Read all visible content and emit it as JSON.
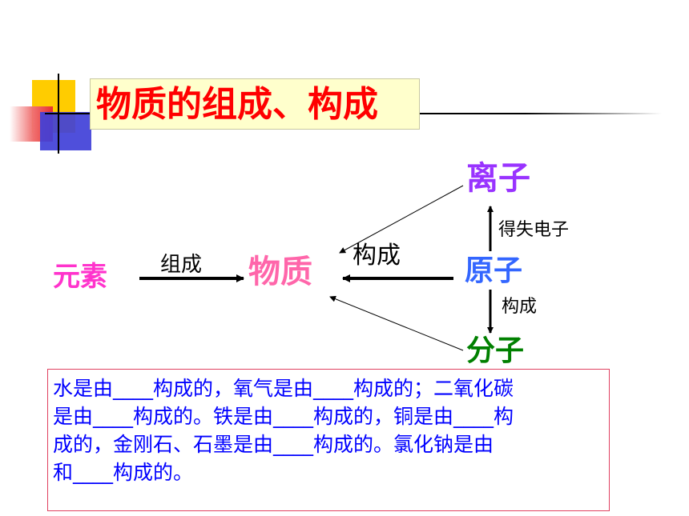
{
  "title": "物质的组成、构成",
  "nodes": {
    "ion": "离子",
    "atom": "原子",
    "molecule": "分子",
    "element": "元素",
    "matter": "物质"
  },
  "labels": {
    "compose": "组成",
    "construct_main": "构成",
    "gain_lose_electrons": "得失电子",
    "construct_down": "构成"
  },
  "colors": {
    "title": "#ff0000",
    "ion": "#9933ff",
    "atom": "#3366ff",
    "molecule": "#008000",
    "element": "#ff33cc",
    "matter": "#ff66aa",
    "question_text": "#0000ff"
  },
  "question": {
    "lines": [
      "水是由____构成的，氧气是由____构成的；二氧化碳",
      "是由____构成的。铁是由____构成的，铜是由____构",
      "成的，金刚石、石墨是由____构成的。氯化钠是由",
      "和____构成的。"
    ]
  }
}
